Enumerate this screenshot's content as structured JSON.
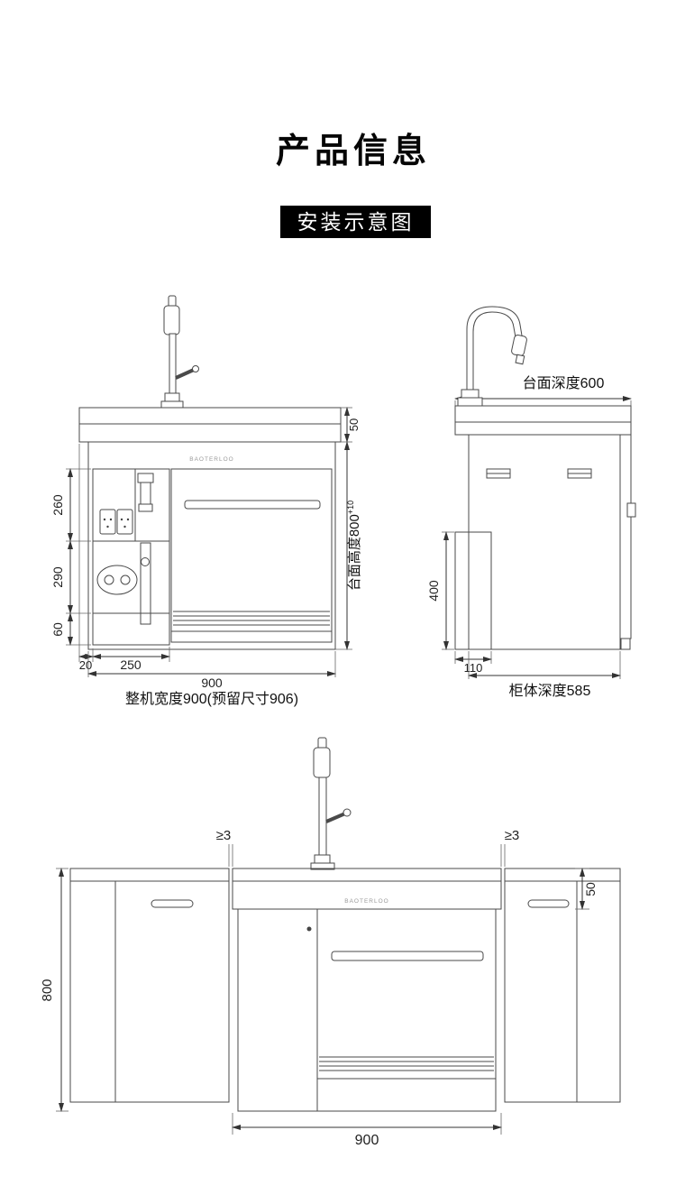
{
  "page": {
    "title": "产品信息",
    "badge": "安装示意图",
    "brand": "BAOTERLOO"
  },
  "front_view": {
    "dim_counter_thickness": "50",
    "dim_upper": "260",
    "dim_middle": "290",
    "dim_lower": "60",
    "dim_gap": "20",
    "dim_left_section": "250",
    "dim_width": "900",
    "height_label": "台面高度800",
    "height_sup": "+10",
    "caption": "整机宽度900(预留尺寸906)"
  },
  "side_view": {
    "top_label": "台面深度600",
    "dim_front_panel": "400",
    "dim_front_depth": "110",
    "caption": "柜体深度585"
  },
  "install_view": {
    "gap_left": "≥3",
    "gap_right": "≥3",
    "dim_counter_thickness": "50",
    "dim_height": "800",
    "dim_width": "900"
  }
}
